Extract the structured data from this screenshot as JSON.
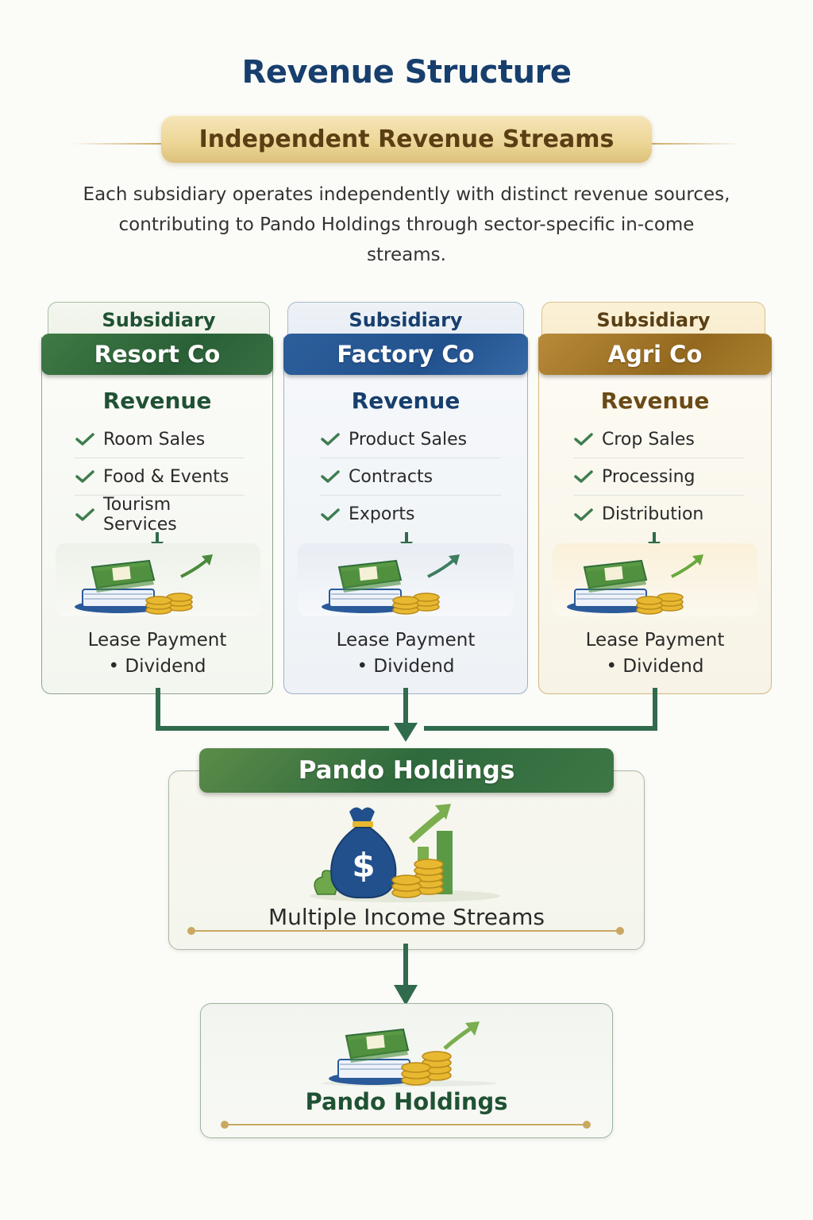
{
  "title": "Revenue Structure",
  "ribbon": "Independent Revenue Streams",
  "intro": "Each subsidiary operates independently with distinct revenue sources, contributing to Pando Holdings through sector-specific in-come streams.",
  "subsidiaries": [
    {
      "tab": "Subsidiary",
      "name": "Resort Co",
      "revenue_title": "Revenue",
      "items": [
        "Room Sales",
        "Food & Events",
        "Tourism Services"
      ],
      "payment": "Lease Payment",
      "payment_sub": "• Dividend",
      "accent": "#2a6036"
    },
    {
      "tab": "Subsidiary",
      "name": "Factory Co",
      "revenue_title": "Revenue",
      "items": [
        "Product Sales",
        "Contracts",
        "Exports"
      ],
      "payment": "Lease Payment",
      "payment_sub": "• Dividend",
      "accent": "#21528e"
    },
    {
      "tab": "Subsidiary",
      "name": "Agri Co",
      "revenue_title": "Revenue",
      "items": [
        "Crop Sales",
        "Processing",
        "Distribution"
      ],
      "payment": "Lease Payment",
      "payment_sub": "• Dividend",
      "accent": "#94691f"
    }
  ],
  "holdings": {
    "header": "Pando Holdings",
    "caption": "Multiple Income Streams"
  },
  "final": {
    "label": "Pando Holdings"
  },
  "colors": {
    "title": "#173f6e",
    "connector": "#2f6b4c",
    "gold": "#c9a862",
    "check": "#3e7d4f"
  }
}
